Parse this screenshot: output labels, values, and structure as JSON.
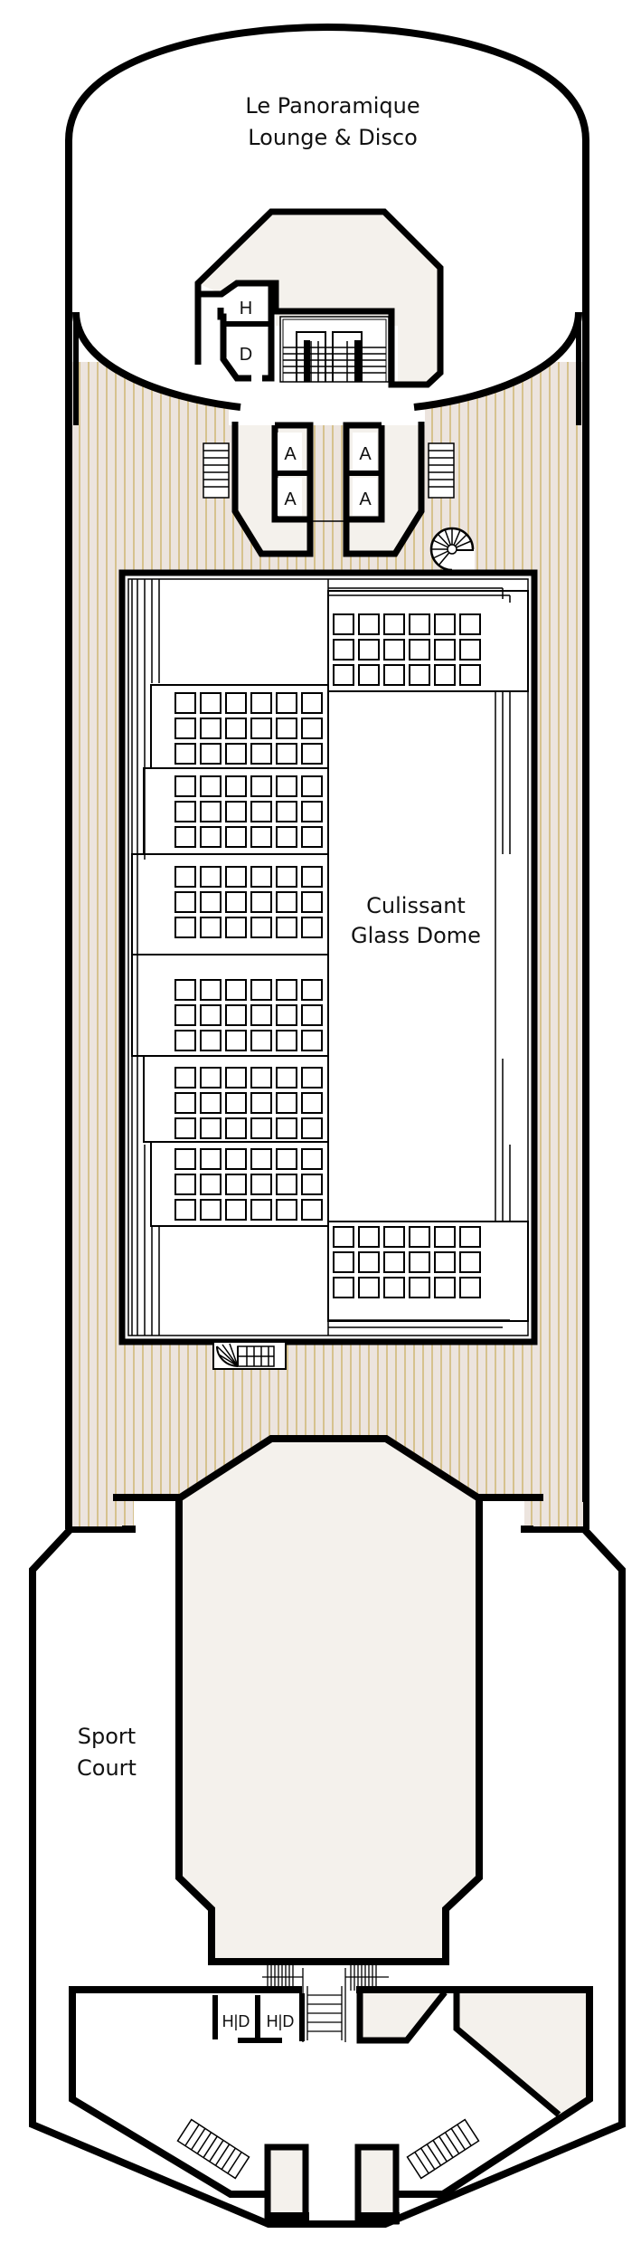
{
  "deck": {
    "rooms": [
      {
        "id": "lounge",
        "line1": "Le Panoramique",
        "line2": "Lounge & Disco"
      },
      {
        "id": "dome",
        "line1": "Culissant",
        "line2": "Glass Dome"
      },
      {
        "id": "sport",
        "line1": "Sport",
        "line2": "Court"
      }
    ],
    "facility_labels": {
      "restroom_h": "H",
      "restroom_d": "D",
      "elevator": "A",
      "restroom_hd": "H|D"
    },
    "colors": {
      "wall": "#000000",
      "deck_bg": "#ece4de",
      "deck_stripe": "#d6c28e",
      "room_fill": "#f4f1ec",
      "white": "#ffffff"
    },
    "seating": {
      "rows_per_block": 3,
      "cols_per_block": 6,
      "left_blocks": 6,
      "right_blocks": 2
    }
  }
}
